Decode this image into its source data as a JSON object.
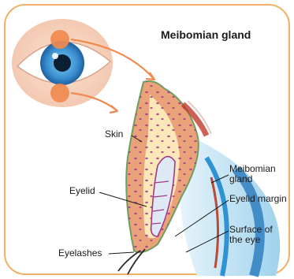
{
  "title": "Meibomian gland",
  "labels": {
    "skin": "Skin",
    "eyelid": "Eyelid",
    "meibomian_gland_line1": "Meibomian",
    "meibomian_gland_line2": "gland",
    "eyelid_margin": "Eyelid margin",
    "surface_line1": "Surface of",
    "surface_line2": "the eye",
    "eyelashes": "Eyelashes"
  },
  "colors": {
    "frame": "#f2b066",
    "accent": "#ef8a4e",
    "skin": "#e9a27a",
    "tissue": "#fbe7b8",
    "gland": "#a03a86",
    "iris": "#3a8fd0"
  }
}
